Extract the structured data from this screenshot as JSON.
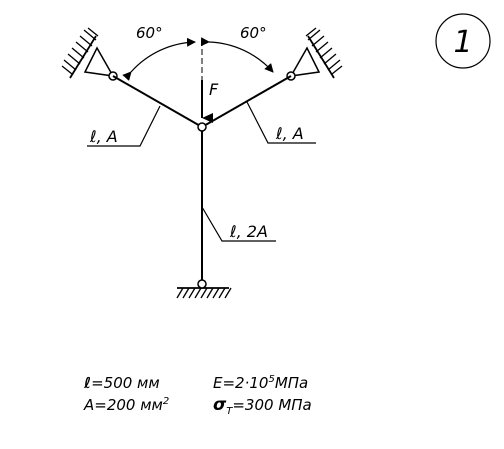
{
  "problem_number": "1",
  "angles": {
    "left": "60°",
    "right": "60°"
  },
  "force_label": "F",
  "members": {
    "left": {
      "l": "ℓ",
      "area": ", A"
    },
    "right": {
      "l": "ℓ",
      "area": ", A"
    },
    "vertical": {
      "l": "ℓ",
      "area": ", 2A"
    }
  },
  "params": {
    "length": {
      "symbol": "ℓ",
      "value": "=500 мм"
    },
    "area": {
      "prefix": "A=200 мм",
      "exp": "2"
    },
    "modulus": {
      "prefix": "E=2·10",
      "exp": "5",
      "unit": "МПа"
    },
    "yield": {
      "symbol": "σ",
      "sub": "T",
      "value": "=300 МПа"
    }
  }
}
